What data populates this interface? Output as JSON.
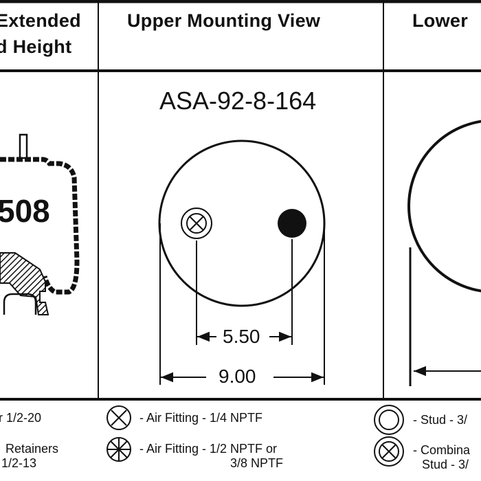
{
  "headers": {
    "col1_line1": "Extended",
    "col1_line2": "d Height",
    "col2": "Upper Mounting View",
    "col3": "Lower"
  },
  "part_number": "ASA-92-8-164",
  "product_label": "508",
  "dimensions": {
    "inner": "5.50",
    "outer": "9.00"
  },
  "legend": {
    "left_1": "r 1/2-20",
    "left_2a": "Retainers",
    "left_2b": "1/2-13",
    "mid_1": "- Air Fitting - 1/4 NPTF",
    "mid_2a": "- Air Fitting - 1/2 NPTF or",
    "mid_2b": "3/8 NPTF",
    "right_1": "- Stud - 3/",
    "right_2a": "- Combina",
    "right_2b": "Stud - 3/"
  }
}
